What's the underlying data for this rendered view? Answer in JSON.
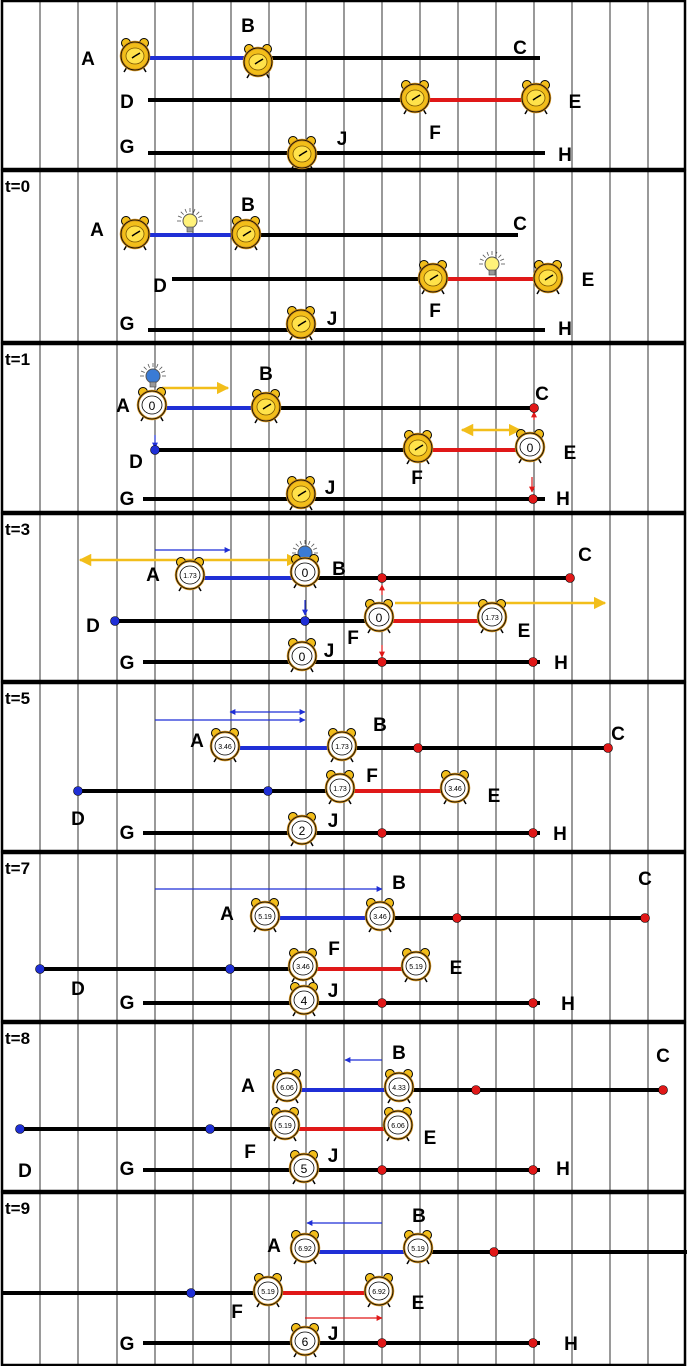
{
  "panels": [
    {
      "time_label": "",
      "lines": [
        {
          "from": "A",
          "to": "B",
          "color": "#1f2fd6"
        },
        {
          "from": "B",
          "to": "C",
          "color": "#000000"
        },
        {
          "from": "D",
          "to": "F",
          "color": "#000000"
        },
        {
          "from": "F",
          "to": "E",
          "color": "#e01818"
        },
        {
          "from": "G",
          "to": "H",
          "color": "#000000"
        }
      ],
      "labels": [
        {
          "text": "A"
        },
        {
          "text": "B"
        },
        {
          "text": "C"
        },
        {
          "text": "D"
        },
        {
          "text": "E"
        },
        {
          "text": "F"
        },
        {
          "text": "G"
        },
        {
          "text": "H"
        },
        {
          "text": "J"
        }
      ],
      "clocks": [
        {
          "id": "A",
          "value": ""
        },
        {
          "id": "B",
          "value": ""
        },
        {
          "id": "F",
          "value": ""
        },
        {
          "id": "E",
          "value": ""
        },
        {
          "id": "J",
          "value": ""
        }
      ]
    },
    {
      "time_label": "t=0",
      "lines": [
        {
          "from": "A",
          "to": "B",
          "color": "#1f2fd6"
        },
        {
          "from": "B",
          "to": "C",
          "color": "#000000"
        },
        {
          "from": "D",
          "to": "F",
          "color": "#000000"
        },
        {
          "from": "F",
          "to": "E",
          "color": "#e01818"
        },
        {
          "from": "G",
          "to": "H",
          "color": "#000000"
        }
      ],
      "labels": [
        {
          "text": "A"
        },
        {
          "text": "B"
        },
        {
          "text": "C"
        },
        {
          "text": "D"
        },
        {
          "text": "E"
        },
        {
          "text": "F"
        },
        {
          "text": "G"
        },
        {
          "text": "H"
        },
        {
          "text": "J"
        }
      ],
      "clocks": [
        {
          "id": "A",
          "value": ""
        },
        {
          "id": "B",
          "value": ""
        },
        {
          "id": "F",
          "value": ""
        },
        {
          "id": "E",
          "value": ""
        },
        {
          "id": "J",
          "value": ""
        }
      ]
    },
    {
      "time_label": "t=1",
      "lines": [
        {
          "from": "A",
          "to": "B",
          "color": "#1f2fd6"
        },
        {
          "from": "B",
          "to": "C",
          "color": "#000000"
        },
        {
          "from": "D",
          "to": "F",
          "color": "#000000"
        },
        {
          "from": "F",
          "to": "E",
          "color": "#e01818"
        },
        {
          "from": "G",
          "to": "H",
          "color": "#000000"
        }
      ],
      "labels": [
        {
          "text": "A"
        },
        {
          "text": "B"
        },
        {
          "text": "C"
        },
        {
          "text": "D"
        },
        {
          "text": "E"
        },
        {
          "text": "F"
        },
        {
          "text": "G"
        },
        {
          "text": "H"
        },
        {
          "text": "J"
        }
      ],
      "clocks": [
        {
          "id": "A",
          "value": "0"
        },
        {
          "id": "B",
          "value": ""
        },
        {
          "id": "F",
          "value": ""
        },
        {
          "id": "E",
          "value": "0"
        },
        {
          "id": "J",
          "value": ""
        }
      ]
    },
    {
      "time_label": "t=3",
      "lines": [
        {
          "from": "A",
          "to": "B",
          "color": "#1f2fd6"
        },
        {
          "from": "B",
          "to": "C",
          "color": "#000000"
        },
        {
          "from": "D",
          "to": "F",
          "color": "#000000"
        },
        {
          "from": "F",
          "to": "E",
          "color": "#e01818"
        },
        {
          "from": "G",
          "to": "H",
          "color": "#000000"
        }
      ],
      "labels": [
        {
          "text": "A"
        },
        {
          "text": "B"
        },
        {
          "text": "C"
        },
        {
          "text": "D"
        },
        {
          "text": "E"
        },
        {
          "text": "F"
        },
        {
          "text": "G"
        },
        {
          "text": "H"
        },
        {
          "text": "J"
        }
      ],
      "clocks": [
        {
          "id": "A",
          "value": "1.73"
        },
        {
          "id": "B",
          "value": "0"
        },
        {
          "id": "F",
          "value": "0"
        },
        {
          "id": "E",
          "value": "1.73"
        },
        {
          "id": "J",
          "value": "0"
        }
      ]
    },
    {
      "time_label": "t=5",
      "lines": [
        {
          "from": "A",
          "to": "B",
          "color": "#1f2fd6"
        },
        {
          "from": "B",
          "to": "C",
          "color": "#000000"
        },
        {
          "from": "D",
          "to": "F",
          "color": "#000000"
        },
        {
          "from": "F",
          "to": "E",
          "color": "#e01818"
        },
        {
          "from": "G",
          "to": "H",
          "color": "#000000"
        }
      ],
      "labels": [
        {
          "text": "A"
        },
        {
          "text": "B"
        },
        {
          "text": "C"
        },
        {
          "text": "D"
        },
        {
          "text": "E"
        },
        {
          "text": "F"
        },
        {
          "text": "G"
        },
        {
          "text": "H"
        },
        {
          "text": "J"
        }
      ],
      "clocks": [
        {
          "id": "A",
          "value": "3.46"
        },
        {
          "id": "B",
          "value": "1.73"
        },
        {
          "id": "F",
          "value": "1.73"
        },
        {
          "id": "E",
          "value": "3.46"
        },
        {
          "id": "J",
          "value": "2"
        }
      ]
    },
    {
      "time_label": "t=7",
      "lines": [
        {
          "from": "A",
          "to": "B",
          "color": "#1f2fd6"
        },
        {
          "from": "B",
          "to": "C",
          "color": "#000000"
        },
        {
          "from": "D",
          "to": "F",
          "color": "#000000"
        },
        {
          "from": "F",
          "to": "E",
          "color": "#e01818"
        },
        {
          "from": "G",
          "to": "H",
          "color": "#000000"
        }
      ],
      "labels": [
        {
          "text": "A"
        },
        {
          "text": "B"
        },
        {
          "text": "C"
        },
        {
          "text": "D"
        },
        {
          "text": "E"
        },
        {
          "text": "F"
        },
        {
          "text": "G"
        },
        {
          "text": "H"
        },
        {
          "text": "J"
        }
      ],
      "clocks": [
        {
          "id": "A",
          "value": "5.19"
        },
        {
          "id": "B",
          "value": "3.46"
        },
        {
          "id": "F",
          "value": "3.46"
        },
        {
          "id": "E",
          "value": "5.19"
        },
        {
          "id": "J",
          "value": "4"
        }
      ]
    },
    {
      "time_label": "t=8",
      "lines": [
        {
          "from": "A",
          "to": "B",
          "color": "#1f2fd6"
        },
        {
          "from": "B",
          "to": "C",
          "color": "#000000"
        },
        {
          "from": "D",
          "to": "F",
          "color": "#000000"
        },
        {
          "from": "F",
          "to": "E",
          "color": "#e01818"
        },
        {
          "from": "G",
          "to": "H",
          "color": "#000000"
        }
      ],
      "labels": [
        {
          "text": "A"
        },
        {
          "text": "B"
        },
        {
          "text": "C"
        },
        {
          "text": "D"
        },
        {
          "text": "E"
        },
        {
          "text": "F"
        },
        {
          "text": "G"
        },
        {
          "text": "H"
        },
        {
          "text": "J"
        }
      ],
      "clocks": [
        {
          "id": "A",
          "value": "6.06"
        },
        {
          "id": "B",
          "value": "4.33"
        },
        {
          "id": "F",
          "value": "5.19"
        },
        {
          "id": "E",
          "value": "6.06"
        },
        {
          "id": "J",
          "value": "5"
        }
      ]
    },
    {
      "time_label": "t=9",
      "lines": [
        {
          "from": "A",
          "to": "B",
          "color": "#1f2fd6"
        },
        {
          "from": "B",
          "to": "C",
          "color": "#000000"
        },
        {
          "from": "D",
          "to": "F",
          "color": "#000000"
        },
        {
          "from": "F",
          "to": "E",
          "color": "#e01818"
        },
        {
          "from": "G",
          "to": "H",
          "color": "#000000"
        }
      ],
      "labels": [
        {
          "text": "A"
        },
        {
          "text": "B"
        },
        {
          "text": "E"
        },
        {
          "text": "F"
        },
        {
          "text": "G"
        },
        {
          "text": "H"
        },
        {
          "text": "J"
        }
      ],
      "clocks": [
        {
          "id": "A",
          "value": "6.92"
        },
        {
          "id": "B",
          "value": "5.19"
        },
        {
          "id": "F",
          "value": "5.19"
        },
        {
          "id": "E",
          "value": "6.92"
        },
        {
          "id": "J",
          "value": "6"
        }
      ]
    }
  ],
  "colors": {
    "blue": "#1f2fd6",
    "red": "#e01818",
    "black": "#000000",
    "gold": "#f2be1a",
    "clock_face": "#ffffff",
    "clock_rim": "#c98b1c",
    "bulb": "#fff27a",
    "blue_bulb": "#3a7bd5"
  },
  "icons": [
    "alarm-clock-icon",
    "light-bulb-icon",
    "arrow-icon"
  ]
}
